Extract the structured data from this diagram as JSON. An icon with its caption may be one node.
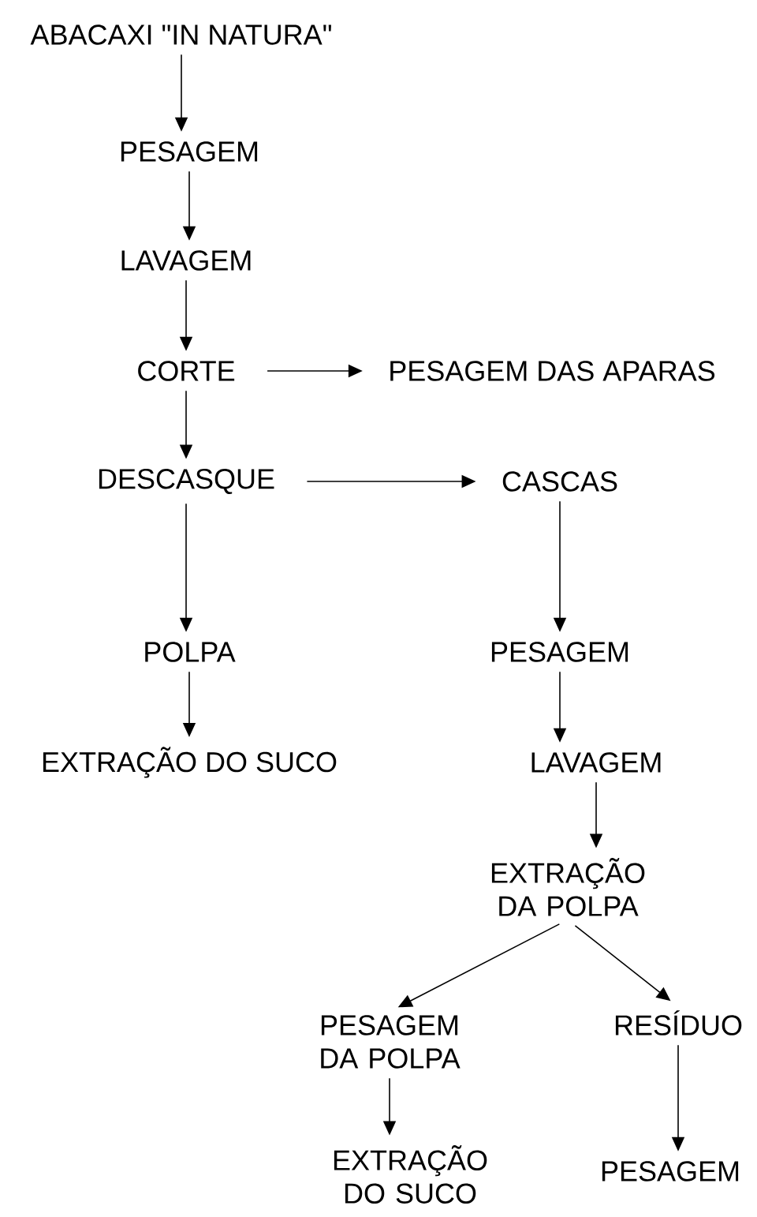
{
  "diagram": {
    "nodes": [
      {
        "text": [
          "ABACAXI \"IN NATURA\""
        ]
      },
      {
        "text": [
          "PESAGEM"
        ]
      },
      {
        "text": [
          "LAVAGEM"
        ]
      },
      {
        "text": [
          "CORTE"
        ]
      },
      {
        "text": [
          "PESAGEM DAS APARAS"
        ]
      },
      {
        "text": [
          "DESCASQUE"
        ]
      },
      {
        "text": [
          "CASCAS"
        ]
      },
      {
        "text": [
          "POLPA"
        ]
      },
      {
        "text": [
          "EXTRAÇÃO DO SUCO"
        ]
      },
      {
        "text": [
          "PESAGEM"
        ]
      },
      {
        "text": [
          "LAVAGEM"
        ]
      },
      {
        "text": [
          "EXTRAÇÃO DA POLPA"
        ]
      },
      {
        "text": [
          "PESAGEM DA POLPA"
        ]
      },
      {
        "text": [
          "RESÍDUO"
        ]
      },
      {
        "text": [
          "EXTRAÇÃO DO SUCO"
        ]
      },
      {
        "text": [
          "PESAGEM"
        ]
      }
    ],
    "edges": [
      {
        "from": 0,
        "to": 1,
        "arrow": "to"
      },
      {
        "from": 1,
        "to": 2,
        "arrow": "to"
      },
      {
        "from": 2,
        "to": 3,
        "arrow": "to"
      },
      {
        "from": 3,
        "to": 4,
        "arrow": "to"
      },
      {
        "from": 3,
        "to": 5,
        "arrow": "to"
      },
      {
        "from": 5,
        "to": 6,
        "arrow": "to"
      },
      {
        "from": 5,
        "to": 7,
        "arrow": "to"
      },
      {
        "from": 7,
        "to": 8,
        "arrow": "to"
      },
      {
        "from": 6,
        "to": 9,
        "arrow": "to"
      },
      {
        "from": 9,
        "to": 10,
        "arrow": "to"
      },
      {
        "from": 10,
        "to": 11,
        "arrow": "to"
      },
      {
        "from": 11,
        "to": 12,
        "arrow": "to"
      },
      {
        "from": 11,
        "to": 13,
        "arrow": "to"
      },
      {
        "from": 12,
        "to": 14,
        "arrow": "to"
      },
      {
        "from": 13,
        "to": 15,
        "arrow": "to"
      }
    ]
  }
}
